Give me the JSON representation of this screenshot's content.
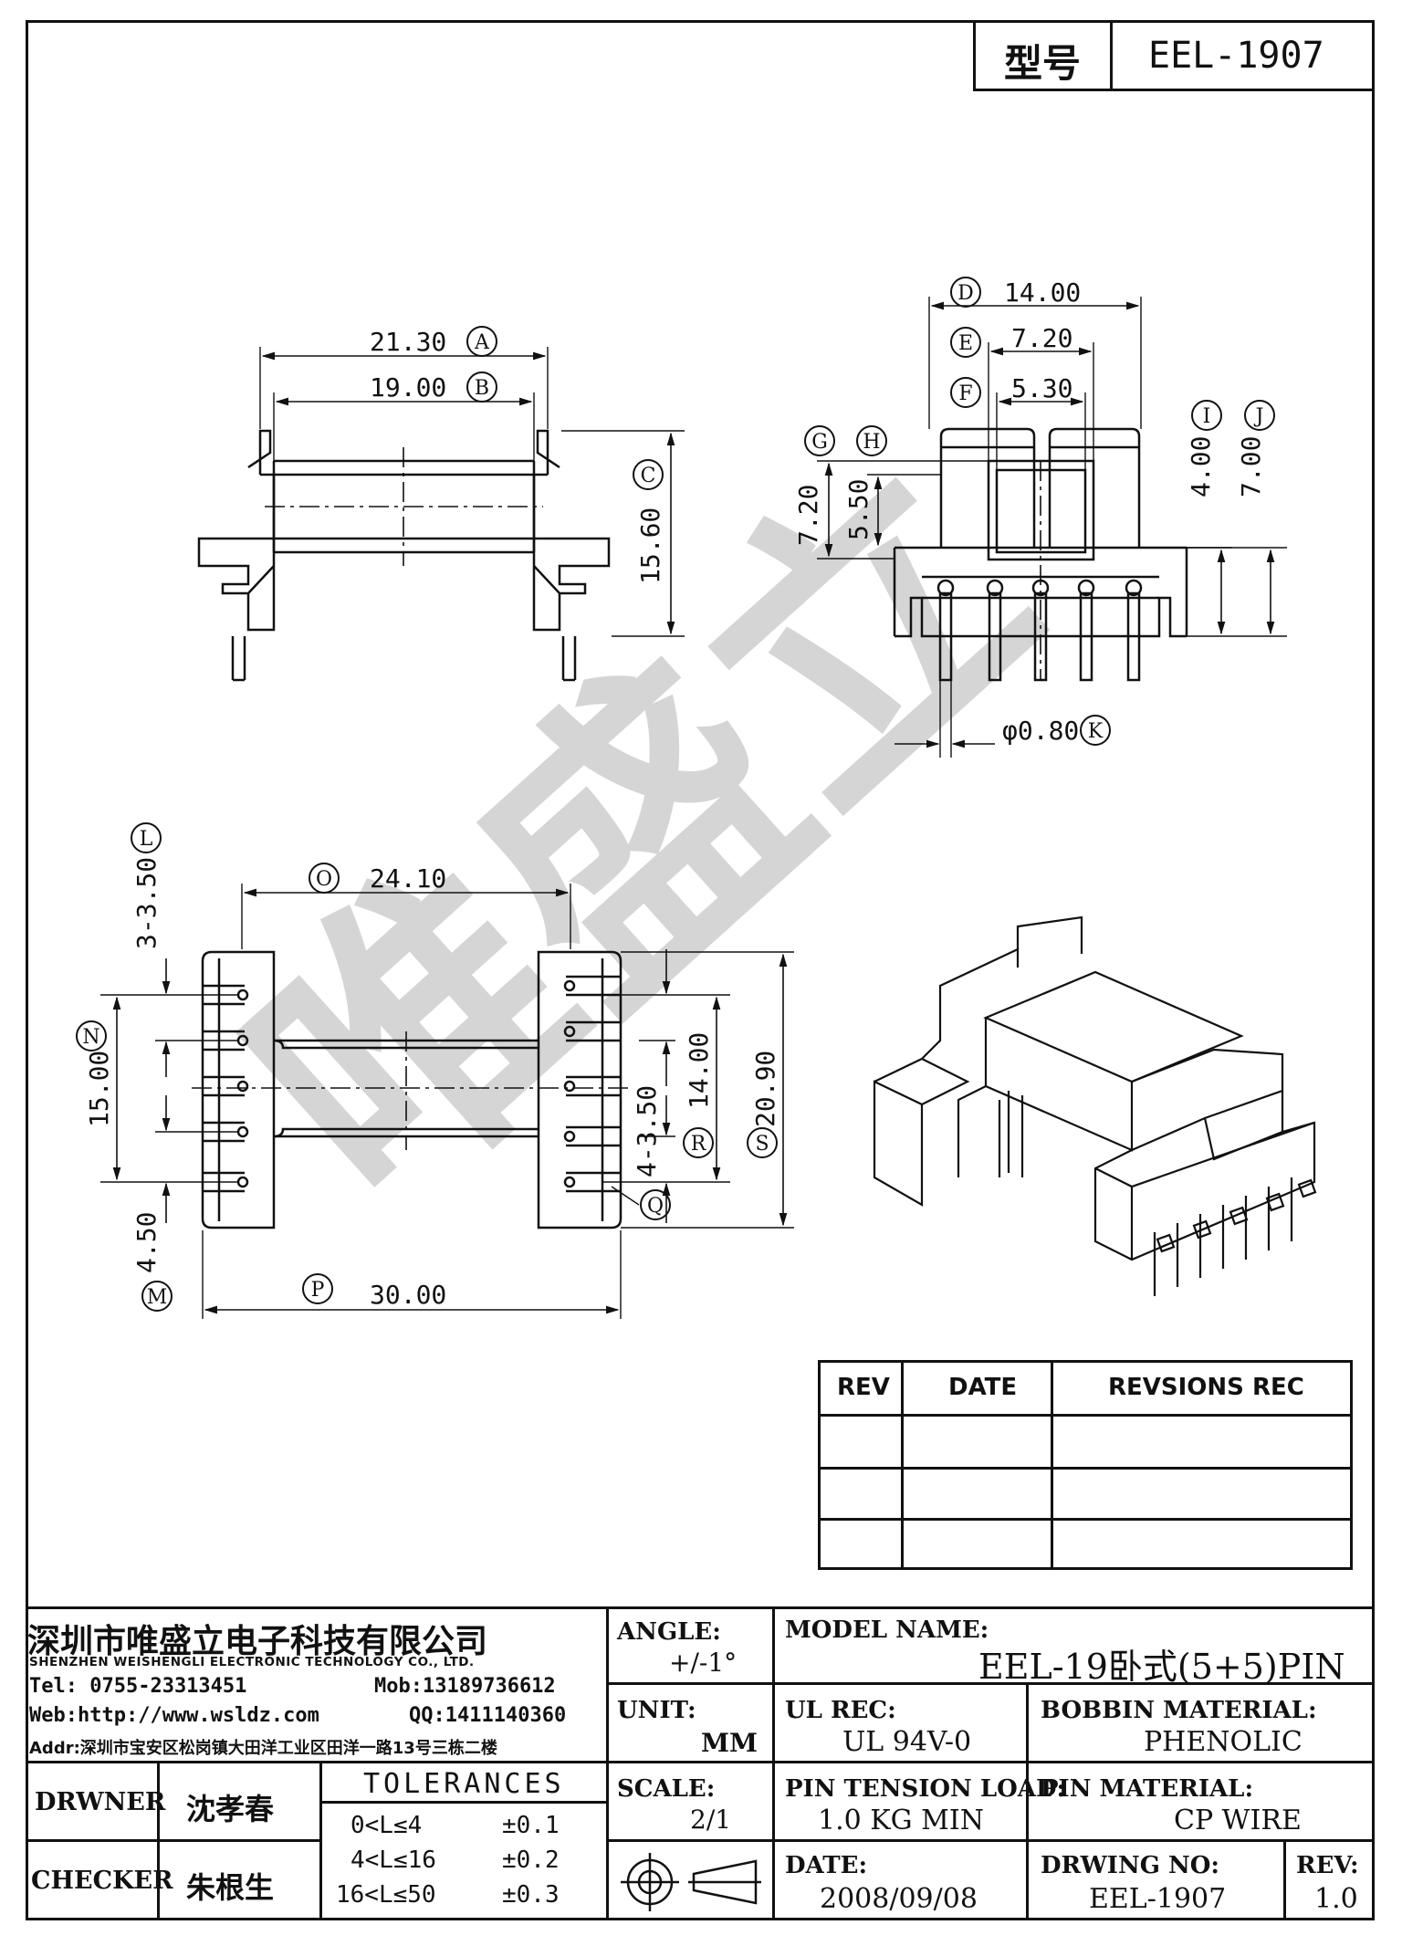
{
  "model_box": {
    "label": "型号",
    "value": "EEL-1907"
  },
  "watermark": "唯盛立",
  "dims": {
    "A": {
      "letter": "A",
      "value": "21.30"
    },
    "B": {
      "letter": "B",
      "value": "19.00"
    },
    "C": {
      "letter": "C",
      "value": "15.60"
    },
    "D": {
      "letter": "D",
      "value": "14.00"
    },
    "E": {
      "letter": "E",
      "value": "7.20"
    },
    "F": {
      "letter": "F",
      "value": "5.30"
    },
    "G": {
      "letter": "G",
      "value": "7.20"
    },
    "H": {
      "letter": "H",
      "value": "5.50"
    },
    "I": {
      "letter": "I",
      "value": "4.00"
    },
    "J": {
      "letter": "J",
      "value": "7.00"
    },
    "K": {
      "letter": "K",
      "value": "φ0.80"
    },
    "L": {
      "letter": "L",
      "value": "3-3.50"
    },
    "M": {
      "letter": "M",
      "value": "4.50"
    },
    "N": {
      "letter": "N",
      "value": "15.00"
    },
    "O": {
      "letter": "O",
      "value": "24.10"
    },
    "P": {
      "letter": "P",
      "value": "30.00"
    },
    "Q": {
      "letter": "Q",
      "value": ""
    },
    "R": {
      "letter": "R",
      "value": "4-3.50"
    },
    "R2": {
      "value": "14.00"
    },
    "S": {
      "letter": "S",
      "value": "20.90"
    }
  },
  "revisions": {
    "headers": [
      "REV",
      "DATE",
      "REVSIONS REC"
    ],
    "rows": [
      [
        "",
        "",
        ""
      ],
      [
        "",
        "",
        ""
      ],
      [
        "",
        "",
        ""
      ]
    ]
  },
  "title_block": {
    "company_cn": "深圳市唯盛立电子科技有限公司",
    "company_en": "SHENZHEN WEISHENGLI ELECTRONIC TECHNOLOGY CO., LTD.",
    "tel": "Tel: 0755-23313451",
    "mob": "Mob:13189736612",
    "web": "Web:http://www.wsldz.com",
    "qq": "QQ:1411140360",
    "addr": "Addr:深圳市宝安区松岗镇大田洋工业区田洋一路13号三栋二楼",
    "angle_label": "ANGLE:",
    "angle_value": "+/-1°",
    "unit_label": "UNIT:",
    "unit_value": "MM",
    "scale_label": "SCALE:",
    "scale_value": "2/1",
    "model_name_label": "MODEL NAME:",
    "model_name_value": "EEL-19卧式(5+5)PIN",
    "ul_rec_label": "UL REC:",
    "ul_rec_value": "UL 94V-0",
    "bobbin_material_label": "BOBBIN MATERIAL:",
    "bobbin_material_value": "PHENOLIC",
    "pin_tension_label": "PIN TENSION LOAD:",
    "pin_tension_value": "1.0 KG MIN",
    "pin_material_label": "PIN MATERIAL:",
    "pin_material_value": "CP WIRE",
    "date_label": "DATE:",
    "date_value": "2008/09/08",
    "drawing_no_label": "DRWING NO:",
    "drawing_no_value": "EEL-1907",
    "rev_label": "REV:",
    "rev_value": "1.0",
    "drawer_label": "DRWNER",
    "drawer_value": "沈孝春",
    "checker_label": "CHECKER",
    "checker_value": "朱根生",
    "tolerances_title": "TOLERANCES",
    "tolerances": [
      {
        "range": "0<L≤4",
        "value": "±0.1"
      },
      {
        "range": "4<L≤16",
        "value": "±0.2"
      },
      {
        "range": "16<L≤50",
        "value": "±0.3"
      }
    ]
  }
}
